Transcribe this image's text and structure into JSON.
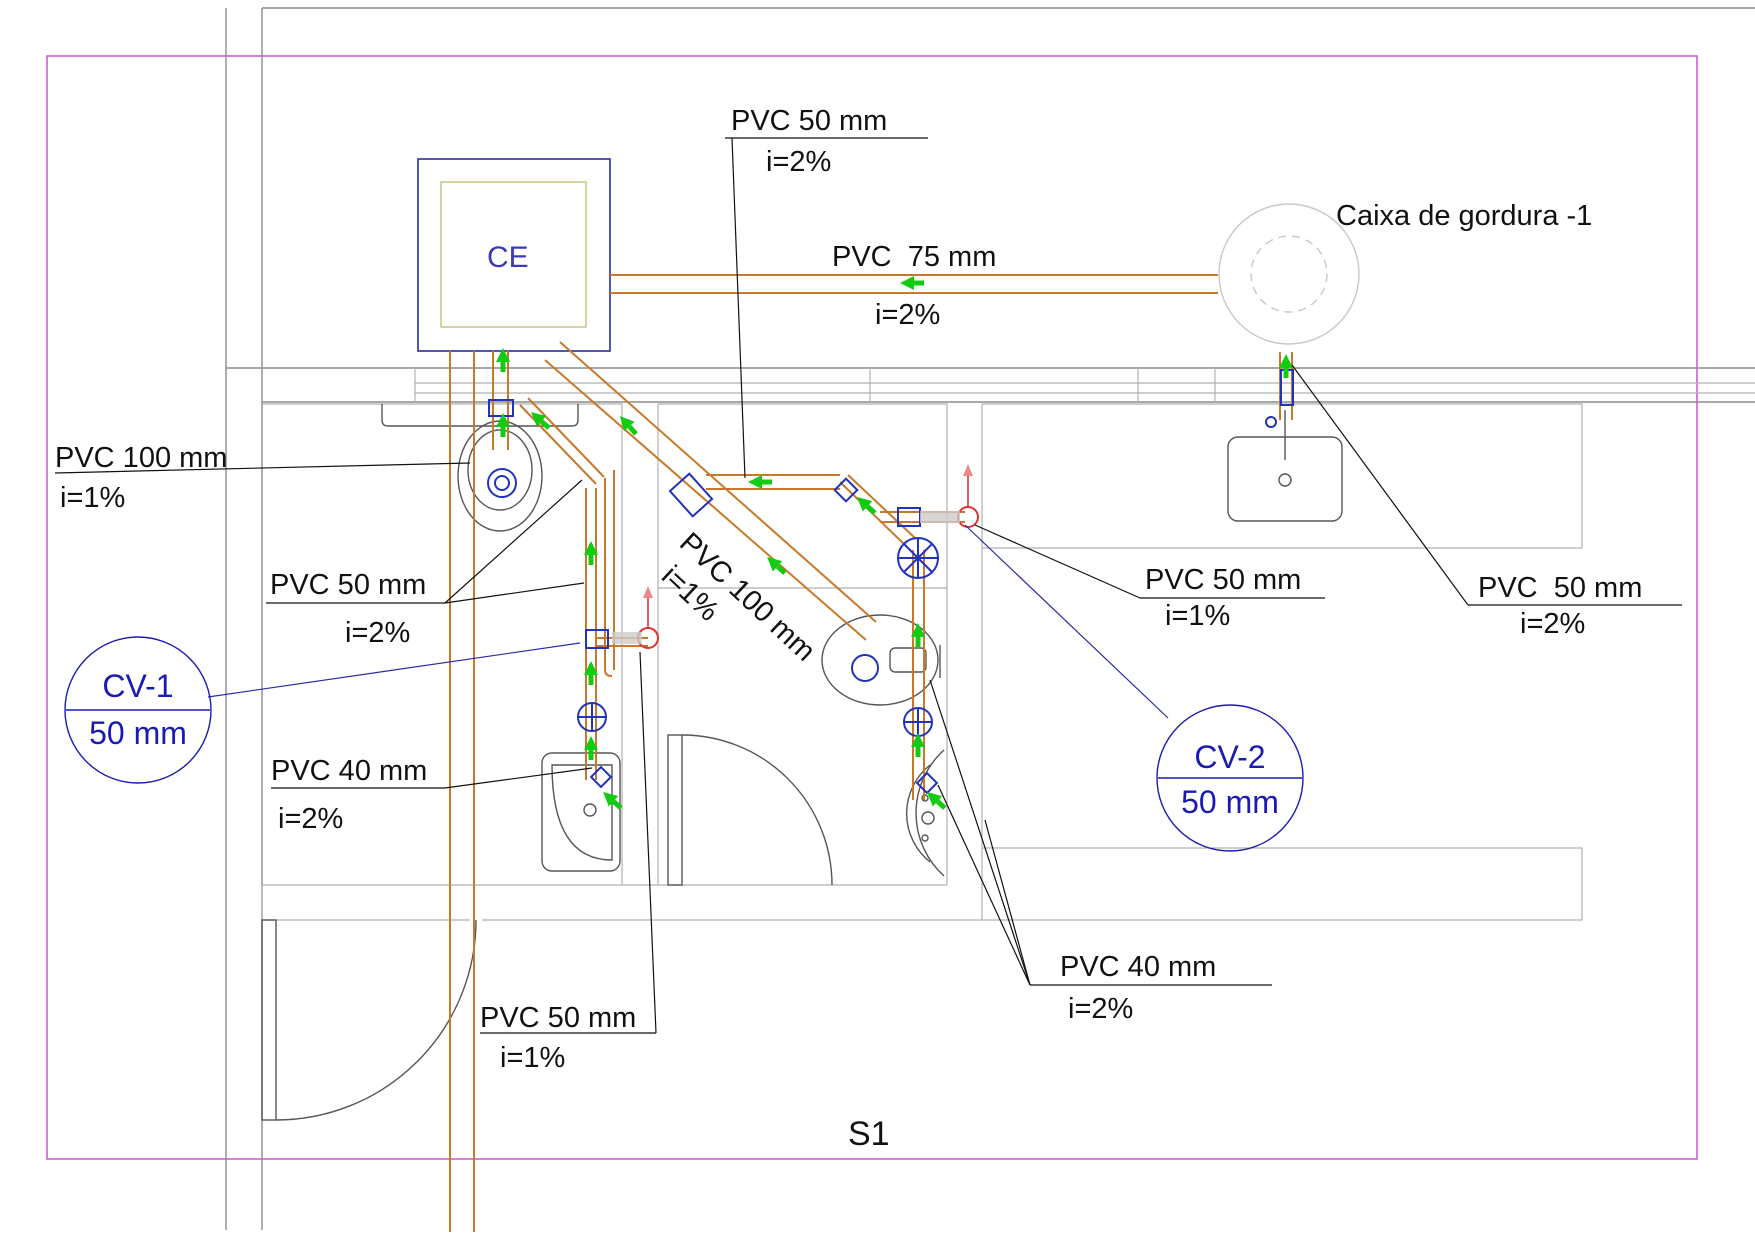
{
  "drawing": {
    "room_label": "S1",
    "inspection_box": "CE",
    "grease_box": "Caixa de gordura -1",
    "vents": [
      {
        "id": "CV-1",
        "size": "50 mm"
      },
      {
        "id": "CV-2",
        "size": "50 mm"
      }
    ],
    "pipe_labels": {
      "pvc75": {
        "name": "PVC  75 mm",
        "slope": "i=2%"
      },
      "pvc50_top": {
        "name": "PVC 50 mm",
        "slope": "i=2%"
      },
      "pvc100_left": {
        "name": "PVC 100 mm",
        "slope": "i=1%"
      },
      "pvc50_left": {
        "name": "PVC 50 mm",
        "slope": "i=2%"
      },
      "pvc40_left": {
        "name": "PVC 40 mm",
        "slope": "i=2%"
      },
      "pvc50_bottom": {
        "name": "PVC 50 mm",
        "slope": "i=1%"
      },
      "pvc100_diag": {
        "name": "PVC 100 mm",
        "slope": "i=1%"
      },
      "pvc50_mid": {
        "name": "PVC 50 mm",
        "slope": "i=1%"
      },
      "pvc50_right": {
        "name": "PVC  50 mm",
        "slope": "i=2%"
      },
      "pvc40_bottom": {
        "name": "PVC 40 mm",
        "slope": "i=2%"
      }
    },
    "colors": {
      "pipe": "#c8782a",
      "flow_arrow": "#11cc11",
      "fitting": "#2233bb",
      "sheet_border": "#cc44cc",
      "vent_riser": "#dd3333"
    },
    "icons": [
      "flow-arrow-icon",
      "vent-riser-icon",
      "siphon-box-icon"
    ]
  }
}
